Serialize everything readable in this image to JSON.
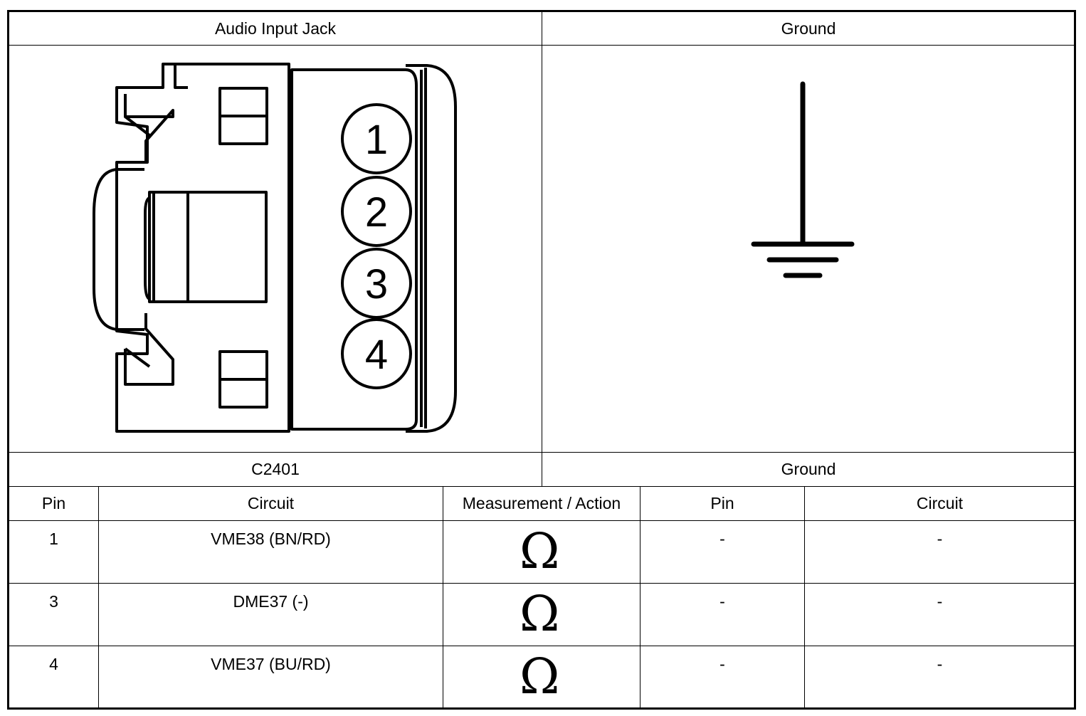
{
  "header": {
    "left_title": "Audio Input Jack",
    "right_title": "Ground"
  },
  "connector": {
    "pins": [
      "1",
      "2",
      "3",
      "4"
    ],
    "name": "C2401"
  },
  "ground_label": "Ground",
  "table": {
    "columns": [
      "Pin",
      "Circuit",
      "Measurement / Action",
      "Pin",
      "Circuit"
    ],
    "rows": [
      {
        "pin": "1",
        "circuit": "VME38 (BN/RD)",
        "action": "Ω",
        "pin2": "-",
        "circuit2": "-"
      },
      {
        "pin": "3",
        "circuit": "DME37 (-)",
        "action": "Ω",
        "pin2": "-",
        "circuit2": "-"
      },
      {
        "pin": "4",
        "circuit": "VME37 (BU/RD)",
        "action": "Ω",
        "pin2": "-",
        "circuit2": "-"
      }
    ]
  }
}
